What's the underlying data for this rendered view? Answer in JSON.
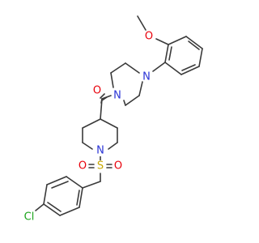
{
  "atoms": [
    {
      "id": "O_methoxy",
      "label": "O",
      "color": "#e8000b"
    },
    {
      "id": "N_aryl",
      "label": "N",
      "color": "#2a34d6"
    },
    {
      "id": "O_carbonyl",
      "label": "O",
      "color": "#e8000b"
    },
    {
      "id": "N_amide",
      "label": "N",
      "color": "#2a34d6"
    },
    {
      "id": "N_piperidine",
      "label": "N",
      "color": "#2a34d6"
    },
    {
      "id": "S",
      "label": "S",
      "color": "#c8a800"
    },
    {
      "id": "O_sulfonyl_left",
      "label": "O",
      "color": "#e8000b"
    },
    {
      "id": "O_sulfonyl_right",
      "label": "O",
      "color": "#e8000b"
    },
    {
      "id": "Cl",
      "label": "Cl",
      "color": "#1aa31a"
    }
  ],
  "colors": {
    "bond": "#3a3a3a",
    "background": "#ffffff"
  }
}
